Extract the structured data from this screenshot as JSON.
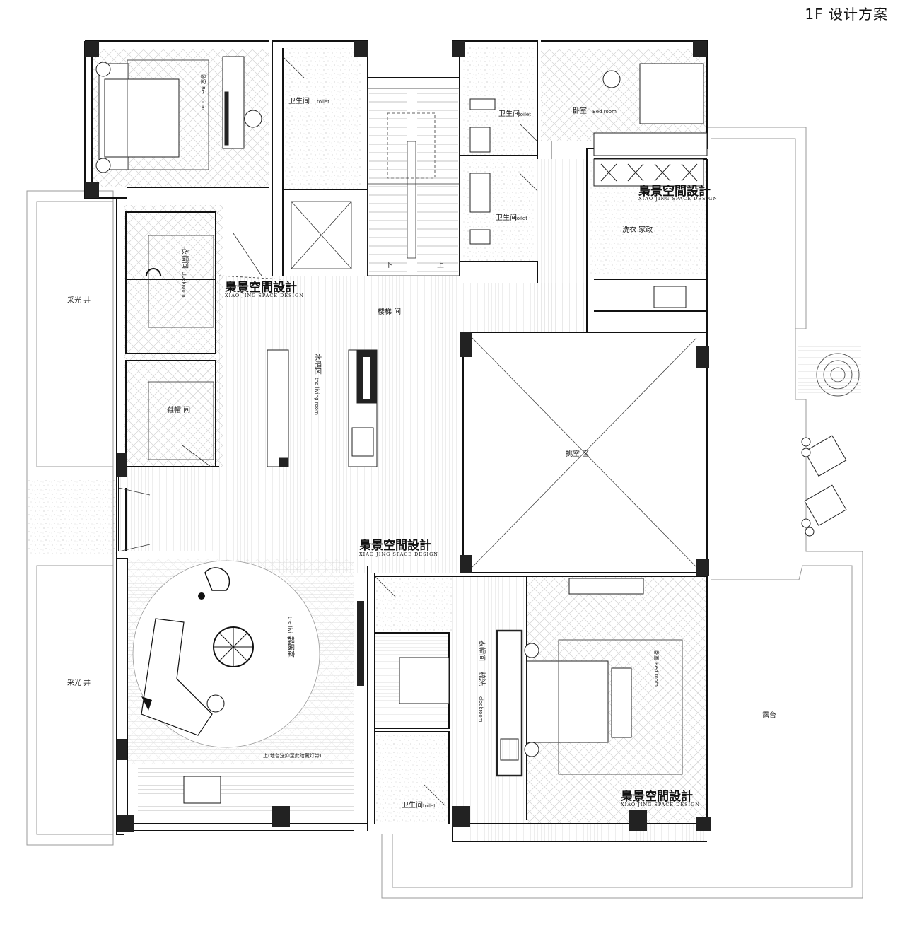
{
  "title": "1F 设计方案",
  "brand": {
    "name": "梟景空間設計",
    "sub": "XIAO JING SPACE DESIGN"
  },
  "rooms": {
    "bedroom_nw": "卧室",
    "bedroom_nw_en": "Bed room",
    "toilet_n": "卫生间",
    "toilet_n_en": "toilet",
    "toilet_ne1": "卫生间",
    "toilet_ne1_en": "toilet",
    "toilet_ne2": "卫生间",
    "toilet_ne2_en": "toilet",
    "bedroom_ne": "卧室",
    "bedroom_ne_en": "Bed room",
    "laundry": "洗衣 家政",
    "cloakroom_w": "衣帽间",
    "cloakroom_w_en": "cloakroom",
    "shoe_room": "鞋帽 间",
    "lightwell_1": "采光 井",
    "lightwell_2": "采光 井",
    "stairwell": "楼梯 间",
    "stair_down": "下",
    "stair_up": "上",
    "water_bar": "水吧区",
    "water_bar_en": "the living room",
    "void": "挑空 区",
    "living": "起居室",
    "living_en": "the living room",
    "cloakroom_s": "衣帽间",
    "wash": "梳洗",
    "cloakroom_s_en": "cloakroom",
    "bedroom_se": "卧室",
    "bedroom_se_en": "Bed room",
    "toilet_s": "卫生间",
    "toilet_s_en": "toilet",
    "terrace": "露台",
    "step_note": "上(地台送抑至此暗藏灯带)"
  }
}
